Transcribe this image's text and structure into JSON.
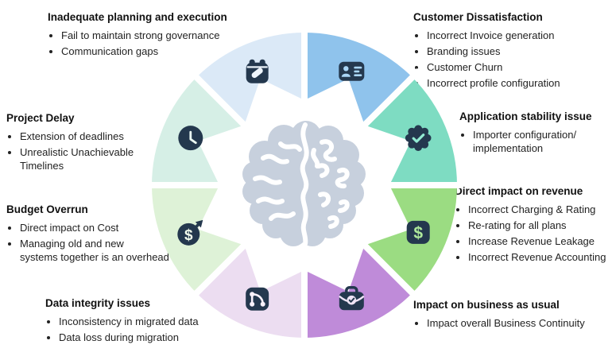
{
  "page": {
    "background": "#ffffff"
  },
  "colors": {
    "icon_navy": "#24384e",
    "brain": "#c7d0dd",
    "text": "#1b1b1b"
  },
  "wheel": {
    "center_icon": "brain-icon",
    "segments": [
      {
        "name": "customer-dissatisfaction",
        "icon": "id-card-icon",
        "color": "#8fc3ec",
        "glyph": "#aad6f6"
      },
      {
        "name": "application-stability",
        "icon": "badge-check-icon",
        "color": "#7edcc2",
        "glyph": "#92ead2"
      },
      {
        "name": "revenue-impact",
        "icon": "dollar-square-icon",
        "color": "#9bdc82",
        "glyph": "#aee99b"
      },
      {
        "name": "business-as-usual",
        "icon": "briefcase-check-icon",
        "color": "#bf8bd9",
        "glyph": "#efe4f6"
      },
      {
        "name": "data-integrity",
        "icon": "data-flow-icon",
        "color": "#ecddf1",
        "glyph": "#f9f2fb"
      },
      {
        "name": "budget-overrun",
        "icon": "dollar-trend-icon",
        "color": "#def2d7",
        "glyph": "#f1faec"
      },
      {
        "name": "project-delay",
        "icon": "clock-icon",
        "color": "#d6efe6",
        "glyph": "#ebf8f2"
      },
      {
        "name": "inadequate-planning",
        "icon": "edit-calendar-icon",
        "color": "#dbe9f7",
        "glyph": "#eef5fc"
      }
    ]
  },
  "callouts": [
    {
      "id": "inadequate-planning",
      "title": "Inadequate planning and execution",
      "bullets": [
        "Fail to maintain strong governance",
        "Communication gaps"
      ]
    },
    {
      "id": "customer-dissatisfaction",
      "title": "Customer Dissatisfaction",
      "bullets": [
        "Incorrect Invoice generation",
        "Branding issues",
        "Customer Churn",
        "Incorrect profile configuration"
      ]
    },
    {
      "id": "project-delay",
      "title": "Project Delay",
      "bullets": [
        "Extension of deadlines",
        "Unrealistic Unachievable\nTimelines"
      ]
    },
    {
      "id": "application-stability",
      "title": "Application stability issue",
      "bullets": [
        "Importer configuration/\nimplementation"
      ]
    },
    {
      "id": "budget-overrun",
      "title": "Budget Overrun",
      "bullets": [
        "Direct impact on Cost",
        "Managing old and new\nsystems together is an overhead"
      ]
    },
    {
      "id": "revenue-impact",
      "title": "Direct impact on revenue",
      "bullets": [
        "Incorrect Charging & Rating",
        "Re-rating for all plans",
        "Increase Revenue Leakage",
        "Incorrect Revenue Accounting"
      ]
    },
    {
      "id": "data-integrity",
      "title": "Data integrity issues",
      "bullets": [
        "Inconsistency in migrated data",
        "Data loss during migration"
      ]
    },
    {
      "id": "business-as-usual",
      "title": "Impact on business as usual",
      "bullets": [
        "Impact overall Business Continuity"
      ]
    }
  ]
}
